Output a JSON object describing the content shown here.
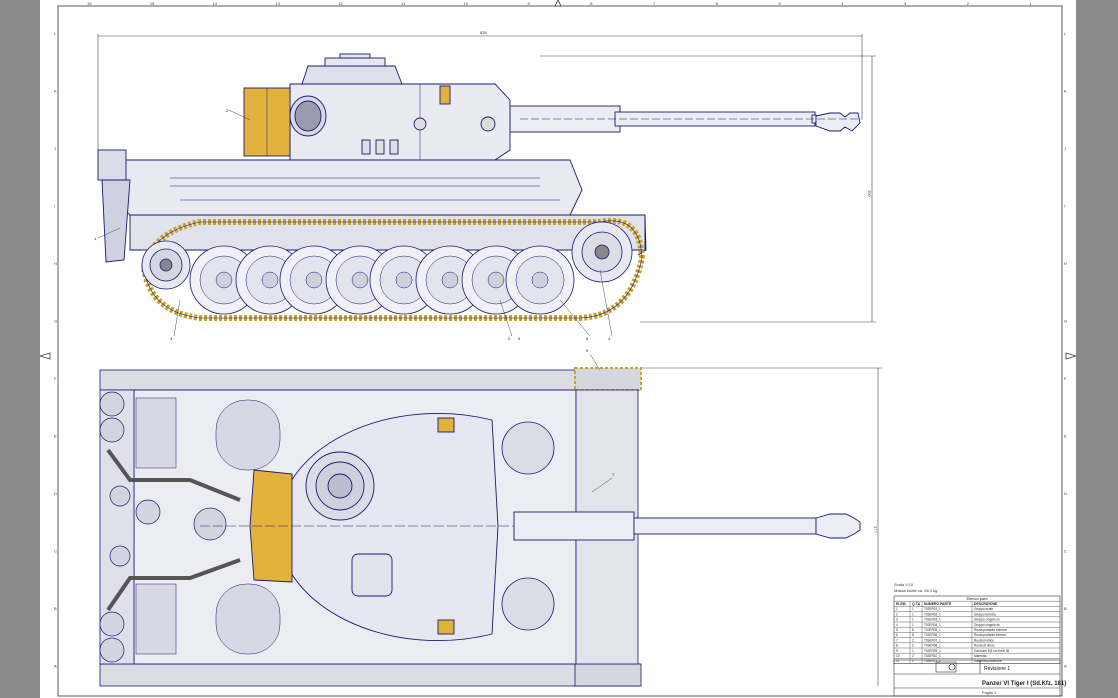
{
  "title_block": {
    "drawing_title": "Panzer VI Tiger I (Sd.Kfz. 181)",
    "revision_label": "Revisione",
    "revision": "1",
    "scale_label": "Scala",
    "scale": "1:10",
    "mass_note": "Massa totale ca. 28,4 kg",
    "sheet_label": "Foglio",
    "sheet": "1"
  },
  "parts_list": {
    "header": "Elenco parti",
    "columns": [
      "ELEM.",
      "Q.TÀ",
      "NUMERO PARTE",
      "DESCRIZIONE"
    ],
    "rows": [
      [
        "1",
        "1",
        "TIGER01_1",
        "Gruppo scafo"
      ],
      [
        "2",
        "1",
        "TIGER02_1",
        "Gruppo torretta"
      ],
      [
        "3",
        "1",
        "TIGER03_1",
        "Gruppo cingolo sx"
      ],
      [
        "4",
        "1",
        "TIGER04_1",
        "Gruppo cingolo dx"
      ],
      [
        "5",
        "8",
        "TIGER05_1",
        "Ruota portante esterna"
      ],
      [
        "6",
        "8",
        "TIGER06_1",
        "Ruota portante interna"
      ],
      [
        "7",
        "2",
        "TIGER07_1",
        "Ruota motrice"
      ],
      [
        "8",
        "2",
        "TIGER08_1",
        "Ruota di rinvio"
      ],
      [
        "9",
        "1",
        "TIGER09_1",
        "Cannone 8,8 cm KwK 36"
      ],
      [
        "10",
        "2",
        "TIGER10_1",
        "Marmitta"
      ],
      [
        "11",
        "1",
        "TIGER11_1",
        "Cassetta posteriore"
      ]
    ]
  },
  "balloons": [
    "1",
    "2",
    "3",
    "4",
    "5",
    "6",
    "7",
    "8",
    "9"
  ],
  "dimensions": {
    "overall_length": "838",
    "overall_height": "300",
    "overall_width": "377"
  },
  "frame_columns": [
    "16",
    "15",
    "14",
    "13",
    "12",
    "11",
    "10",
    "9",
    "8",
    "7",
    "6",
    "5",
    "4",
    "3",
    "2",
    "1"
  ],
  "frame_rows": [
    "L",
    "K",
    "J",
    "I",
    "H",
    "G",
    "F",
    "E",
    "D",
    "C",
    "B",
    "A"
  ],
  "colors": {
    "line": "#1a1a6e",
    "body": "#e9e9f2",
    "accent": "#e3b23c",
    "track": "#c9a22a"
  }
}
